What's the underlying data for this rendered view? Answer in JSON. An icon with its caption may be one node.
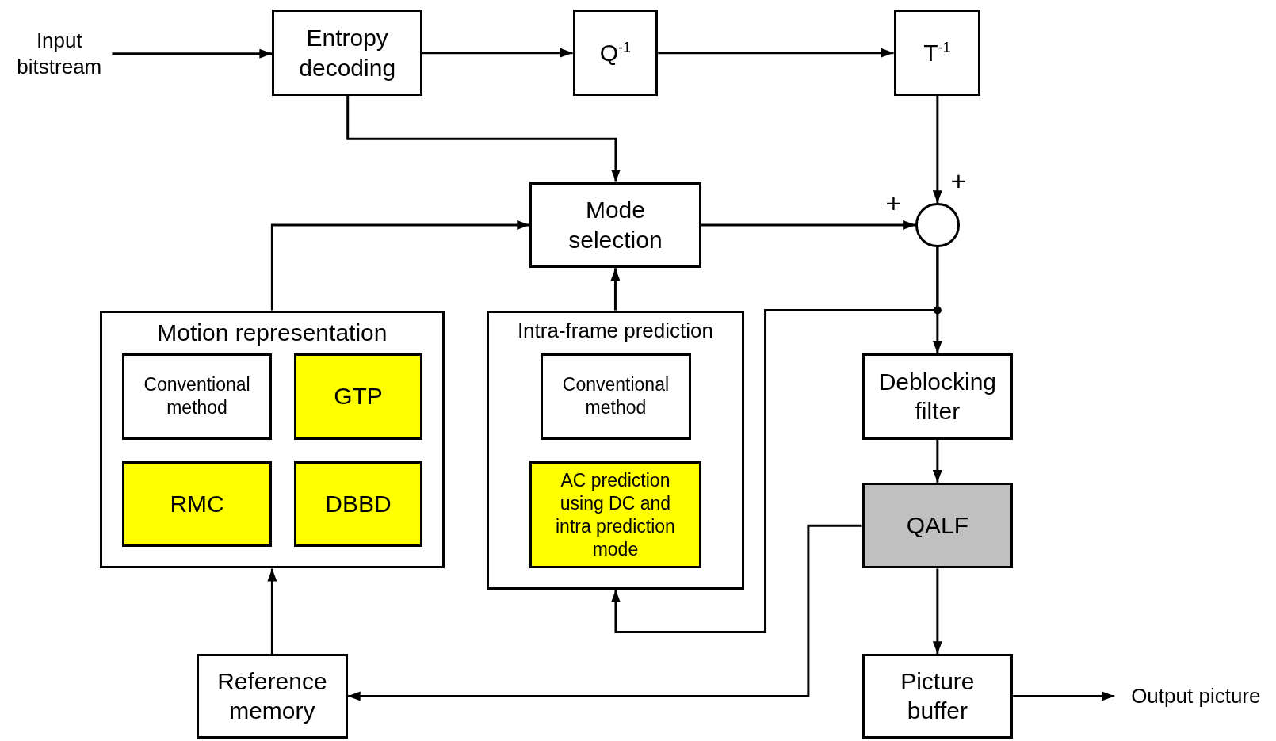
{
  "diagram": {
    "nodes": [
      {
        "text": [
          "Input bitstream"
        ]
      },
      {
        "text": [
          "Entropy decoding"
        ]
      },
      {
        "text": [
          "Q$^{-1}$"
        ]
      },
      {
        "text": [
          "T$^{-1}$"
        ]
      },
      {
        "text": [
          "Mode selection"
        ]
      },
      {
        "text": [],
        "shape": "circle"
      },
      {
        "text": [
          "Motion representation"
        ]
      },
      {
        "text": [
          "Conventional method"
        ],
        "in": 6
      },
      {
        "text": [
          "GTP"
        ],
        "in": 6
      },
      {
        "text": [
          "RMC"
        ],
        "in": 6
      },
      {
        "text": [
          "DBBD"
        ],
        "in": 6
      },
      {
        "text": [
          "Intra-frame prediction"
        ]
      },
      {
        "text": [
          "Conventional method"
        ],
        "in": 11
      },
      {
        "text": [
          "AC prediction using DC and intra prediction mode"
        ],
        "in": 11
      },
      {
        "text": [
          "Deblocking filter"
        ]
      },
      {
        "text": [
          "QALF"
        ]
      },
      {
        "text": [
          "Reference memory"
        ]
      },
      {
        "text": [
          "Picture buffer"
        ]
      },
      {
        "text": [
          "Output picture"
        ]
      }
    ],
    "edges": [
      {
        "from": 0,
        "to": 1,
        "arrow": "to"
      },
      {
        "from": 1,
        "to": 2,
        "arrow": "to"
      },
      {
        "from": 2,
        "to": 3,
        "arrow": "to"
      },
      {
        "from": 1,
        "to": 4,
        "arrow": "to"
      },
      {
        "from": 3,
        "to": 5,
        "arrow": "to",
        "label": "+"
      },
      {
        "from": 4,
        "to": 5,
        "arrow": "to",
        "label": "+"
      },
      {
        "from": 5,
        "to": 14,
        "arrow": "to"
      },
      {
        "from": 5,
        "to": 11,
        "arrow": "to"
      },
      {
        "from": 11,
        "to": 4,
        "arrow": "to"
      },
      {
        "from": 6,
        "to": 4,
        "arrow": "to"
      },
      {
        "from": 14,
        "to": 15,
        "arrow": "to"
      },
      {
        "from": 15,
        "to": 17,
        "arrow": "to"
      },
      {
        "from": 15,
        "to": 16,
        "arrow": "to"
      },
      {
        "from": 16,
        "to": 6,
        "arrow": "to"
      },
      {
        "from": 17,
        "to": 18,
        "arrow": "to"
      }
    ]
  }
}
